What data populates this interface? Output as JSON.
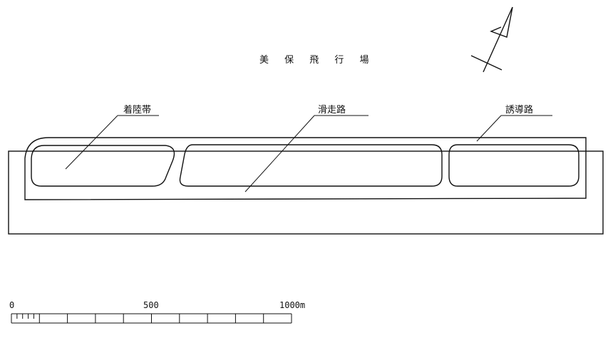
{
  "title": "美 保 飛 行 場",
  "labels": {
    "touchdown_zone": "着陸帯",
    "runway": "滑走路",
    "taxiway": "誘導路"
  },
  "scale": {
    "start": "0",
    "mid": "500",
    "end": "1000m"
  },
  "colors": {
    "line": "#111111",
    "background": "#ffffff"
  },
  "icons": {
    "north_arrow": "north-arrow-icon"
  }
}
